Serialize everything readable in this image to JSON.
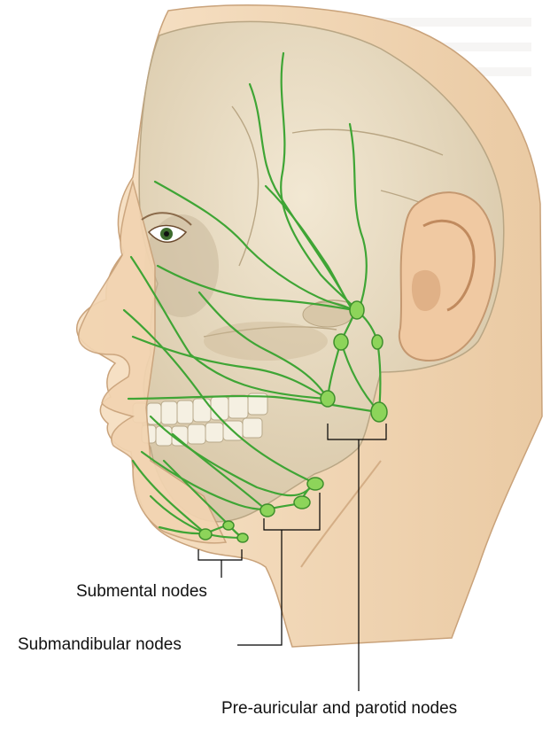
{
  "figure": {
    "labels": {
      "submental": "Submental nodes",
      "submandibular": "Submandibular nodes",
      "parotid": "Pre-auricular and parotid nodes"
    },
    "colors": {
      "skin": "#f3d9bb",
      "skin_shadow": "#e6bf96",
      "bone": "#e9dcc4",
      "bone_shadow": "#c9b89a",
      "lymph": "#3fa535",
      "node": "#8dd45a",
      "leader": "#000000"
    },
    "icons": [
      "head-profile-illustration",
      "skull-illustration",
      "ear-illustration",
      "eye-illustration",
      "lymph-vessel-network",
      "lymph-node"
    ]
  }
}
